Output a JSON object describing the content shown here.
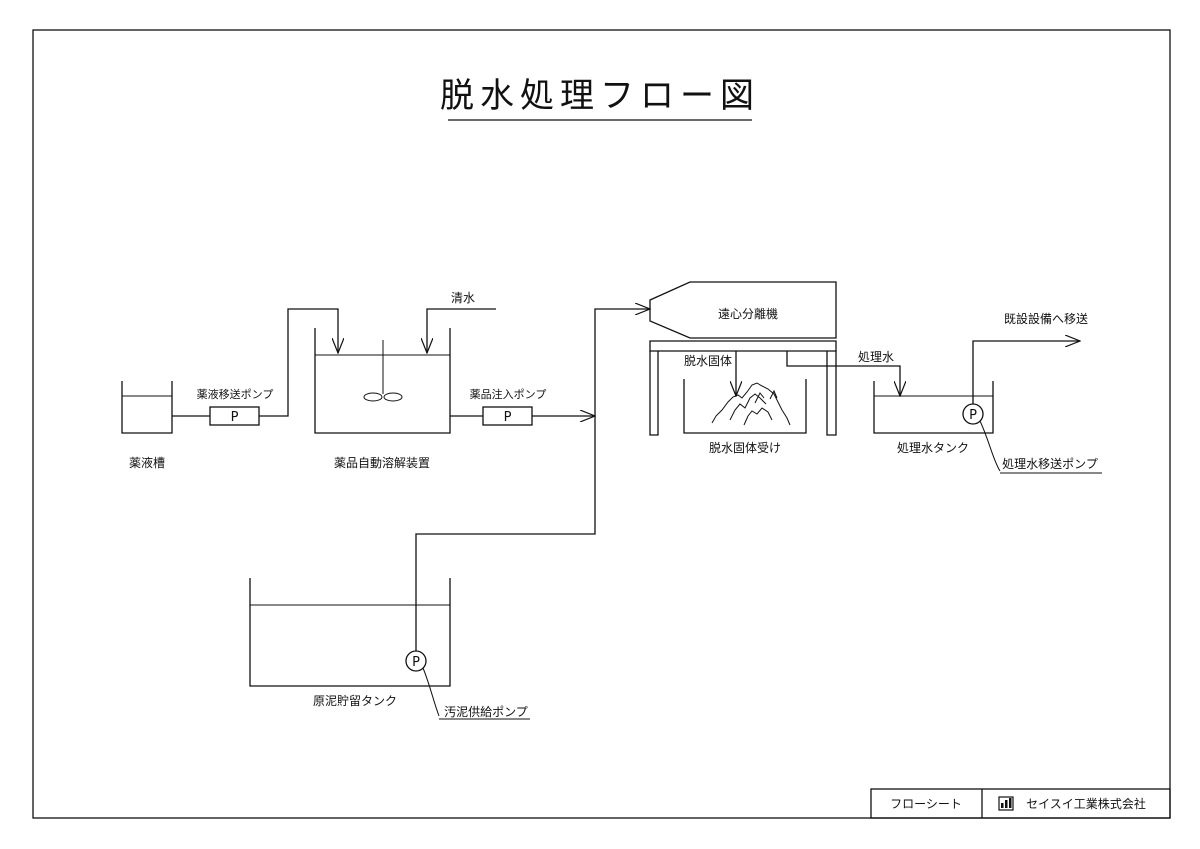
{
  "title": "脱水処理フロー図",
  "labels": {
    "chemical_tank": "薬液槽",
    "transfer_pump": "薬液移送ポンプ",
    "dissolver": "薬品自動溶解装置",
    "clean_water": "清水",
    "injection_pump": "薬品注入ポンプ",
    "centrifuge": "遠心分離機",
    "dewatered_solids": "脱水固体",
    "solids_receiver": "脱水固体受け",
    "treated_water": "処理水",
    "treated_water_tank": "処理水タンク",
    "treated_water_pump": "処理水移送ポンプ",
    "transfer_to_existing": "既設設備へ移送",
    "raw_sludge_tank": "原泥貯留タンク",
    "sludge_feed_pump": "汚泥供給ポンプ"
  },
  "pump_symbol": "P",
  "title_block": {
    "sheet": "フローシート",
    "company": "セイスイ工業株式会社"
  },
  "colors": {
    "line": "#111111",
    "background": "#ffffff"
  }
}
